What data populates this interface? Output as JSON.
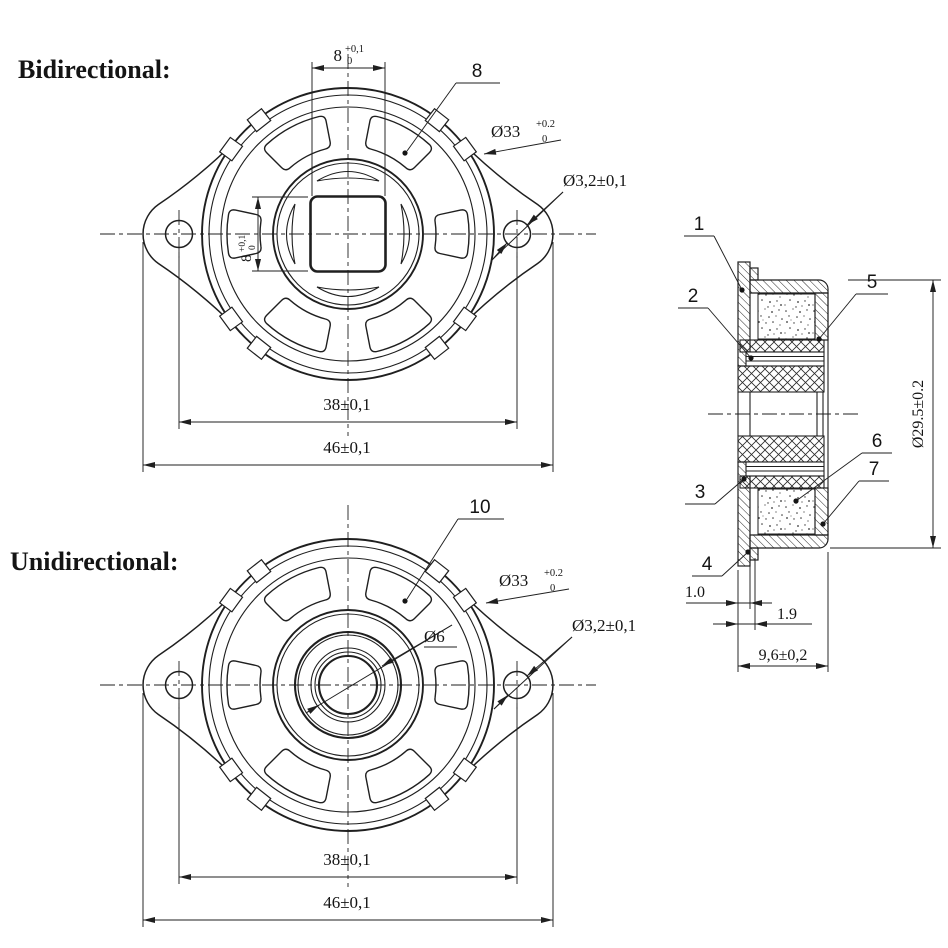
{
  "labels": {
    "bidirectional": "Bidirectional:",
    "unidirectional": "Unidirectional:"
  },
  "dims": {
    "square_width": {
      "v": "8",
      "up": "+0,1",
      "dn": "0"
    },
    "square_height": {
      "v": "8",
      "up": "+0,1",
      "dn": "0"
    },
    "outer_diameter": {
      "v": "Ø33",
      "up": "+0.2",
      "dn": "0"
    },
    "mount_hole_diameter": "Ø3,2±0,1",
    "hole_spacing": "38±0,1",
    "overall_width": "46±0,1",
    "shaft_hole_diameter": "Ø6",
    "body_diameter": "Ø29.5±0.2",
    "flange_thickness": "1.0",
    "step_width": "1.9",
    "body_height": "9,6±0,2"
  },
  "callouts": {
    "c1": "1",
    "c2": "2",
    "c3": "3",
    "c4": "4",
    "c5": "5",
    "c6": "6",
    "c7": "7",
    "c8": "8",
    "c10": "10"
  },
  "colors": {
    "line": "#1f1f1f",
    "background": "#ffffff"
  }
}
